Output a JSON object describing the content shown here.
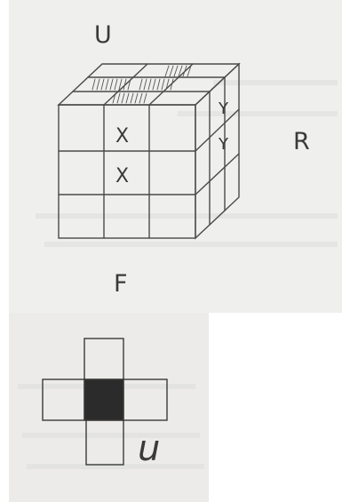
{
  "cube_sketch": {
    "face_labels": {
      "up": "U",
      "front": "F",
      "right": "R"
    },
    "front_marks": [
      "X",
      "X"
    ],
    "right_marks": [
      "Y",
      "Y"
    ]
  },
  "cross_sketch": {
    "label": "u"
  },
  "colors": {
    "paper": "#efefed",
    "pencil": "#4a4a4a",
    "shaded_center": "#2b2b2b"
  }
}
